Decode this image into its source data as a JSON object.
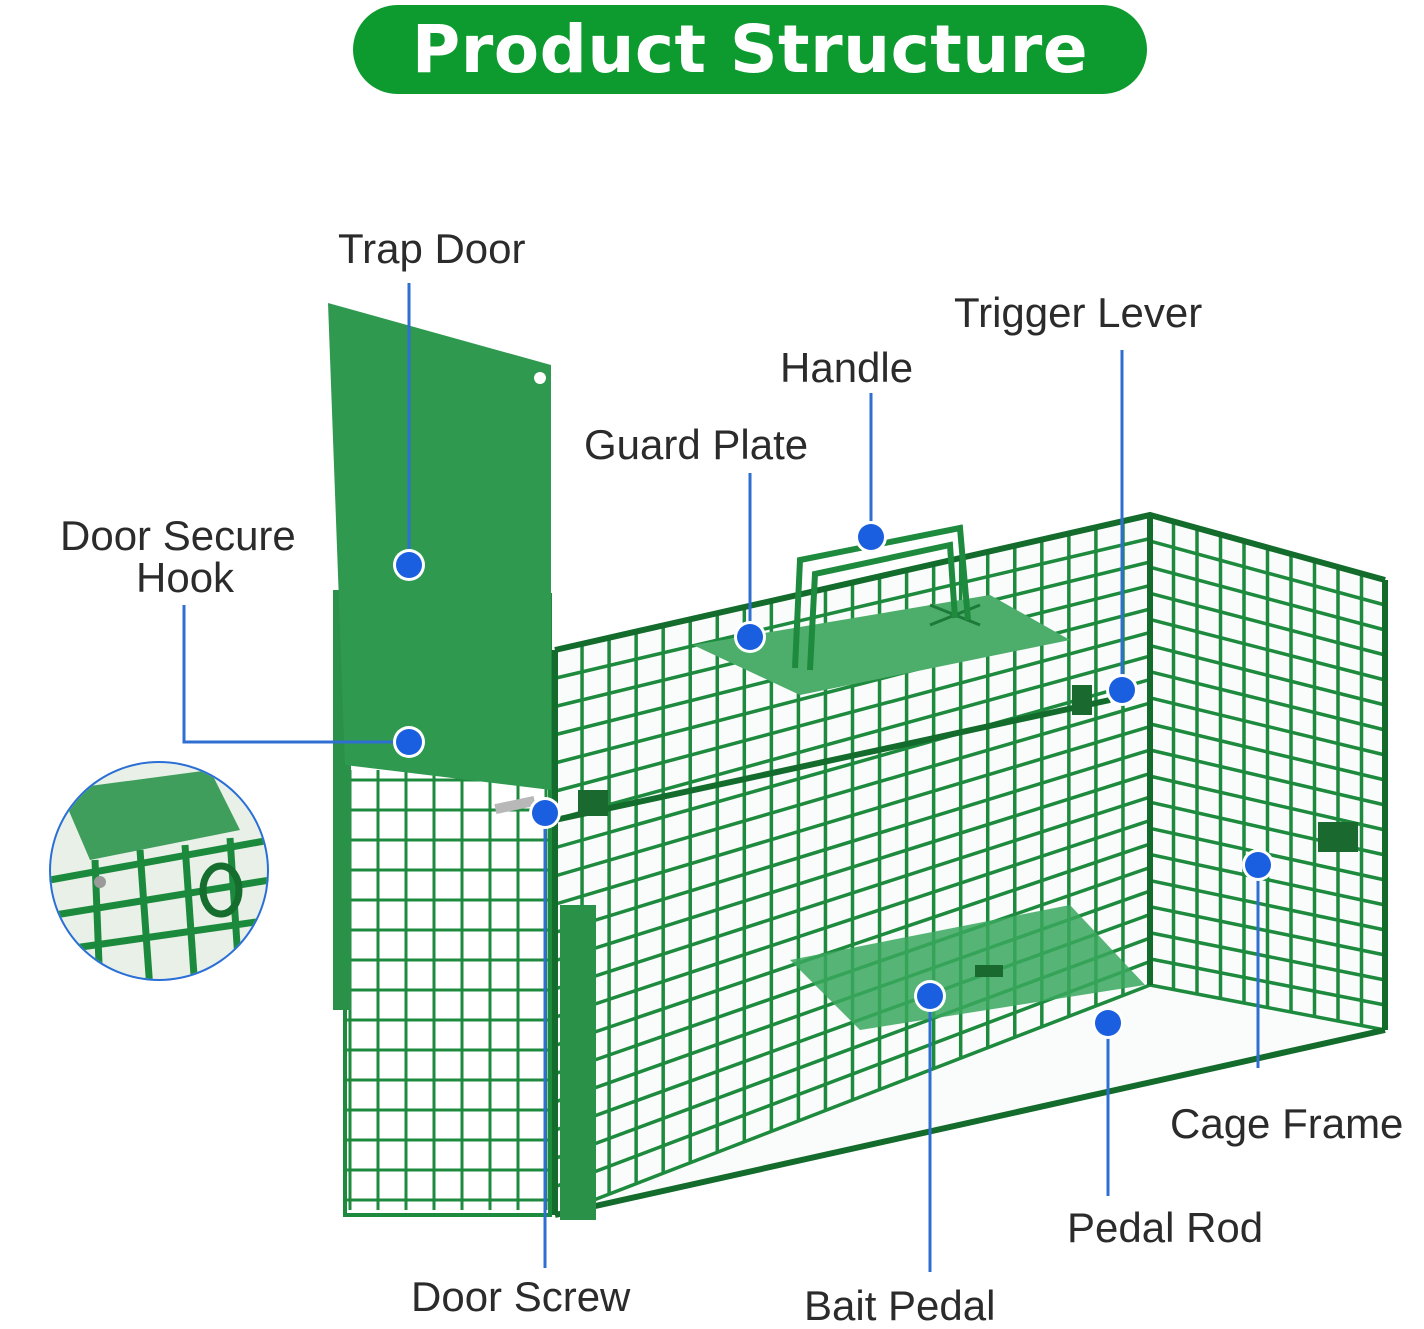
{
  "header": {
    "title": "Product Structure"
  },
  "colors": {
    "title_bg": "#0d9a2e",
    "cage_green": "#1d8a3e",
    "cage_dark": "#136b2c",
    "plate_green": "#3aa85e",
    "marker_blue": "#1a5fe0",
    "leader_blue": "#2f6fd1"
  },
  "labels": {
    "trap_door": "Trap Door",
    "door_secure_hook_line1": "Door Secure",
    "door_secure_hook_line2": "Hook",
    "guard_plate": "Guard Plate",
    "handle": "Handle",
    "trigger_lever": "Trigger Lever",
    "cage_frame": "Cage Frame",
    "pedal_rod": "Pedal Rod",
    "bait_pedal": "Bait Pedal",
    "door_screw": "Door Screw"
  },
  "inset": {
    "icon": "door-hook-closeup"
  }
}
